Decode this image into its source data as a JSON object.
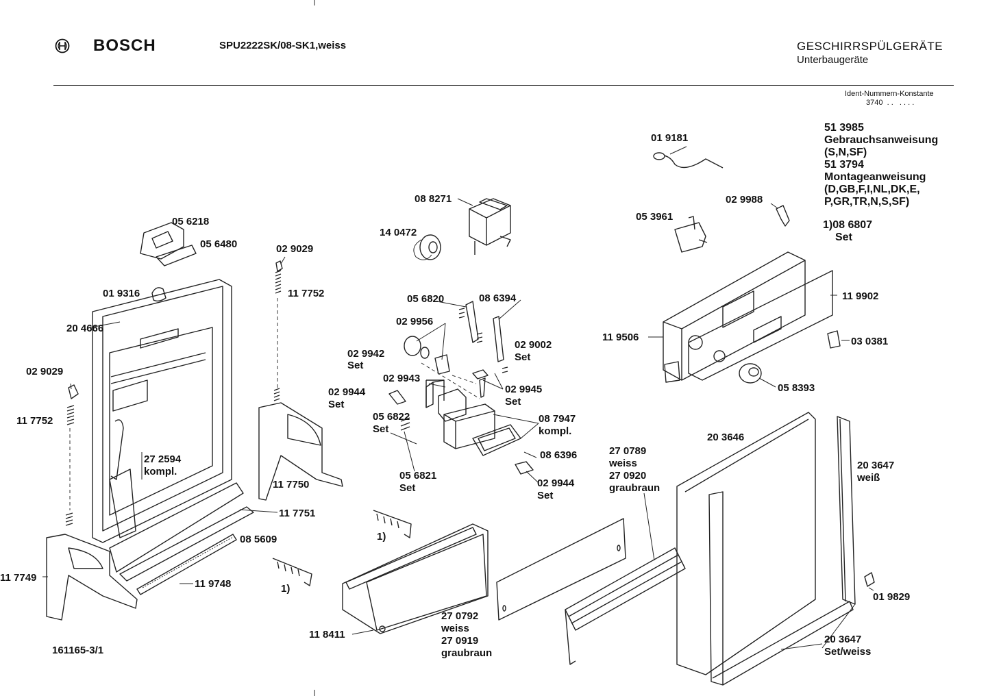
{
  "header": {
    "brand": "BOSCH",
    "model": "SPU2222SK/08-SK1,weiss",
    "category": "GESCHIRRSPÜLGERÄTE",
    "subcategory": "Unterbaugeräte",
    "ident_label": "Ident-Nummern-Konstante",
    "ident_value": "3740  . .   . . . ."
  },
  "notes": {
    "n1_num": "51 3985",
    "n1_text": "Gebrauchsanweisung",
    "n1_lang": "(S,N,SF)",
    "n2_num": "51 3794",
    "n2_text": "Montageanweisung",
    "n2_lang1": "(D,GB,F,I,NL,DK,E,",
    "n2_lang2": "P,GR,TR,N,S,SF)",
    "n3_num": "1)08 6807",
    "n3_set": "Set"
  },
  "footer": {
    "drawing_number": "161165-3/1"
  },
  "parts": {
    "p019181": "01 9181",
    "p088271": "08 8271",
    "p140472": "14 0472",
    "p029988": "02 9988",
    "p053961": "05 3961",
    "p056218": "05 6218",
    "p056480": "05 6480",
    "p029029a": "02 9029",
    "p117752a": "11 7752",
    "p019316": "01 9316",
    "p204666": "20 4666",
    "p029029b": "02 9029",
    "p117752b": "11 7752",
    "p272594": "27 2594",
    "p272594k": "kompl.",
    "p117750": "11 7750",
    "p117751": "11 7751",
    "p085609": "08 5609",
    "p117749": "11 7749",
    "p119748": "11 9748",
    "p056820": "05 6820",
    "p086394": "08 6394",
    "p029956": "02 9956",
    "p029942": "02 9942",
    "p029942s": "Set",
    "p029002": "02 9002",
    "p029002s": "Set",
    "p029943": "02 9943",
    "p029944a": "02 9944",
    "p029944as": "Set",
    "p029945": "02 9945",
    "p029945s": "Set",
    "p056822": "05 6822",
    "p056822s": "Set",
    "p087947": "08 7947",
    "p087947k": "kompl.",
    "p086396": "08 6396",
    "p056821": "05 6821",
    "p056821s": "Set",
    "p029944b": "02 9944",
    "p029944bs": "Set",
    "p119902": "11 9902",
    "p119506": "11 9506",
    "p030381": "03 0381",
    "p058393": "05 8393",
    "p270789": "27 0789",
    "p270789w": "weiss",
    "p270920": "27 0920",
    "p270920g": "graubraun",
    "p203646": "20 3646",
    "p203647a": "20 3647",
    "p203647aw": "weiß",
    "p019829": "01 9829",
    "p118411": "11 8411",
    "p270792": "27 0792",
    "p270792w": "weiss",
    "p270919": "27 0919",
    "p270919g": "graubraun",
    "p203647b": "20 3647",
    "p203647bs": "Set/weiss",
    "fn1a": "1)",
    "fn1b": "1)"
  }
}
